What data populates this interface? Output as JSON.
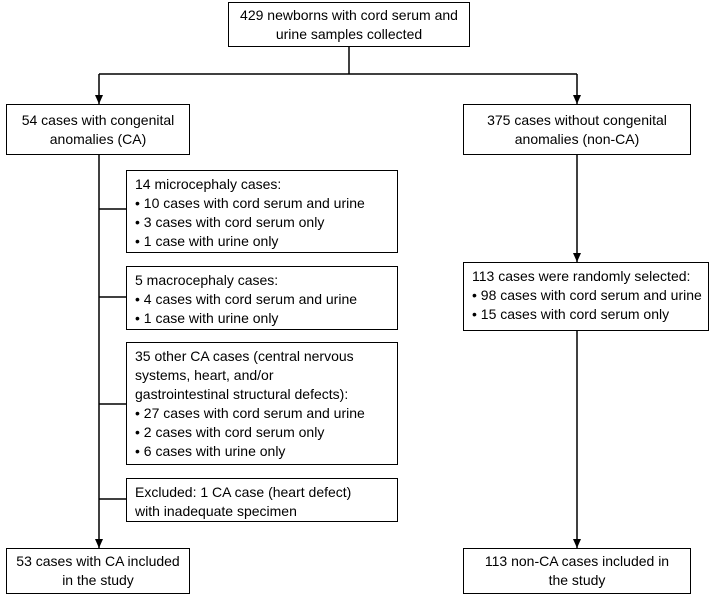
{
  "nodes": {
    "root": {
      "lines": [
        "429 newborns with cord serum and",
        "urine samples collected"
      ]
    },
    "ca": {
      "lines": [
        "54 cases with congenital",
        "anomalies (CA)"
      ]
    },
    "nonca": {
      "lines": [
        "375 cases without congenital",
        "anomalies (non-CA)"
      ]
    },
    "micro": {
      "heading": "14 microcephaly cases:",
      "items": [
        "10 cases with cord serum and urine",
        "3 cases with cord serum only",
        "1 case with urine only"
      ]
    },
    "macro": {
      "heading": "5 macrocephaly cases:",
      "items": [
        "4 cases with cord serum and urine",
        "1 case with urine only"
      ]
    },
    "other": {
      "heading_lines": [
        "35 other CA cases (central nervous",
        "systems, heart, and/or",
        "gastrointestinal structural defects):"
      ],
      "items": [
        "27 cases with cord serum and urine",
        "2 cases with cord serum only",
        "6 cases with urine only"
      ]
    },
    "excluded": {
      "lines": [
        "Excluded: 1 CA case (heart defect)",
        "with inadequate specimen"
      ]
    },
    "random": {
      "heading": "113 cases were randomly selected:",
      "items": [
        "98 cases with cord serum and urine",
        "15 cases with cord serum only"
      ]
    },
    "ca_final": {
      "lines": [
        "53 cases with CA included",
        "in the study"
      ]
    },
    "nonca_final": {
      "lines": [
        "113 non-CA cases included in",
        "the study"
      ]
    }
  }
}
